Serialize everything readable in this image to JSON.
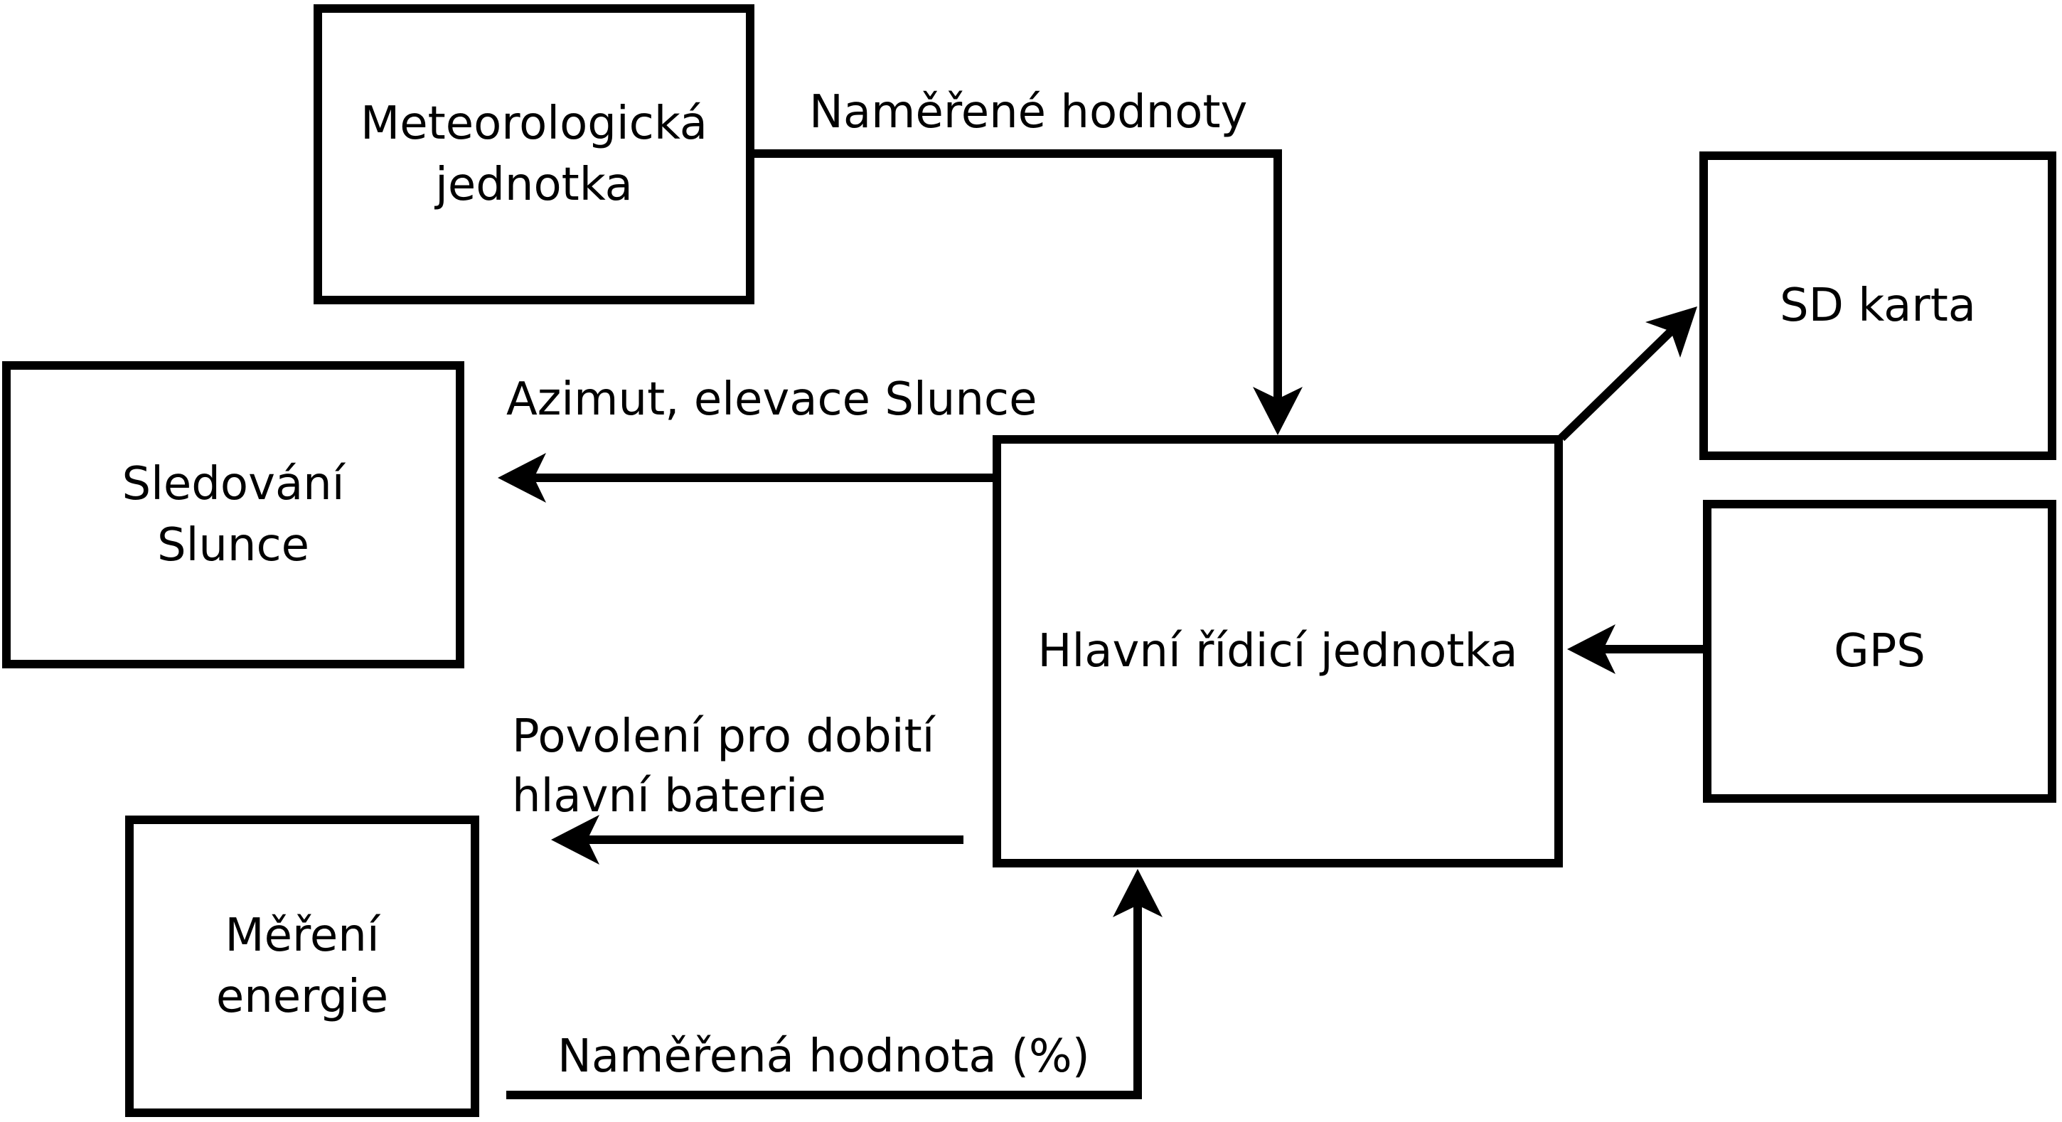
{
  "diagram": {
    "title": "",
    "colors": {
      "background": "#ffffff",
      "line": "#000000",
      "text": "#000000",
      "node_fill": "#ffffff"
    },
    "nodes": {
      "meteo_unit": {
        "label": "Meteorologická\njednotka"
      },
      "sun_tracking": {
        "label": "Sledování\nSlunce"
      },
      "energy_measurement": {
        "label": "Měření\nenergie"
      },
      "main_control_unit": {
        "label": "Hlavní řídicí jednotka"
      },
      "sd_card": {
        "label": "SD karta"
      },
      "gps": {
        "label": "GPS"
      }
    },
    "edge_labels": {
      "measured_values": "Naměřené hodnoty",
      "sun_azimuth_elevation": "Azimut, elevace Slunce",
      "charge_permission": "Povolení pro dobití\nhlavní baterie",
      "measured_value_percent": "Naměřená hodnota (%)"
    }
  }
}
